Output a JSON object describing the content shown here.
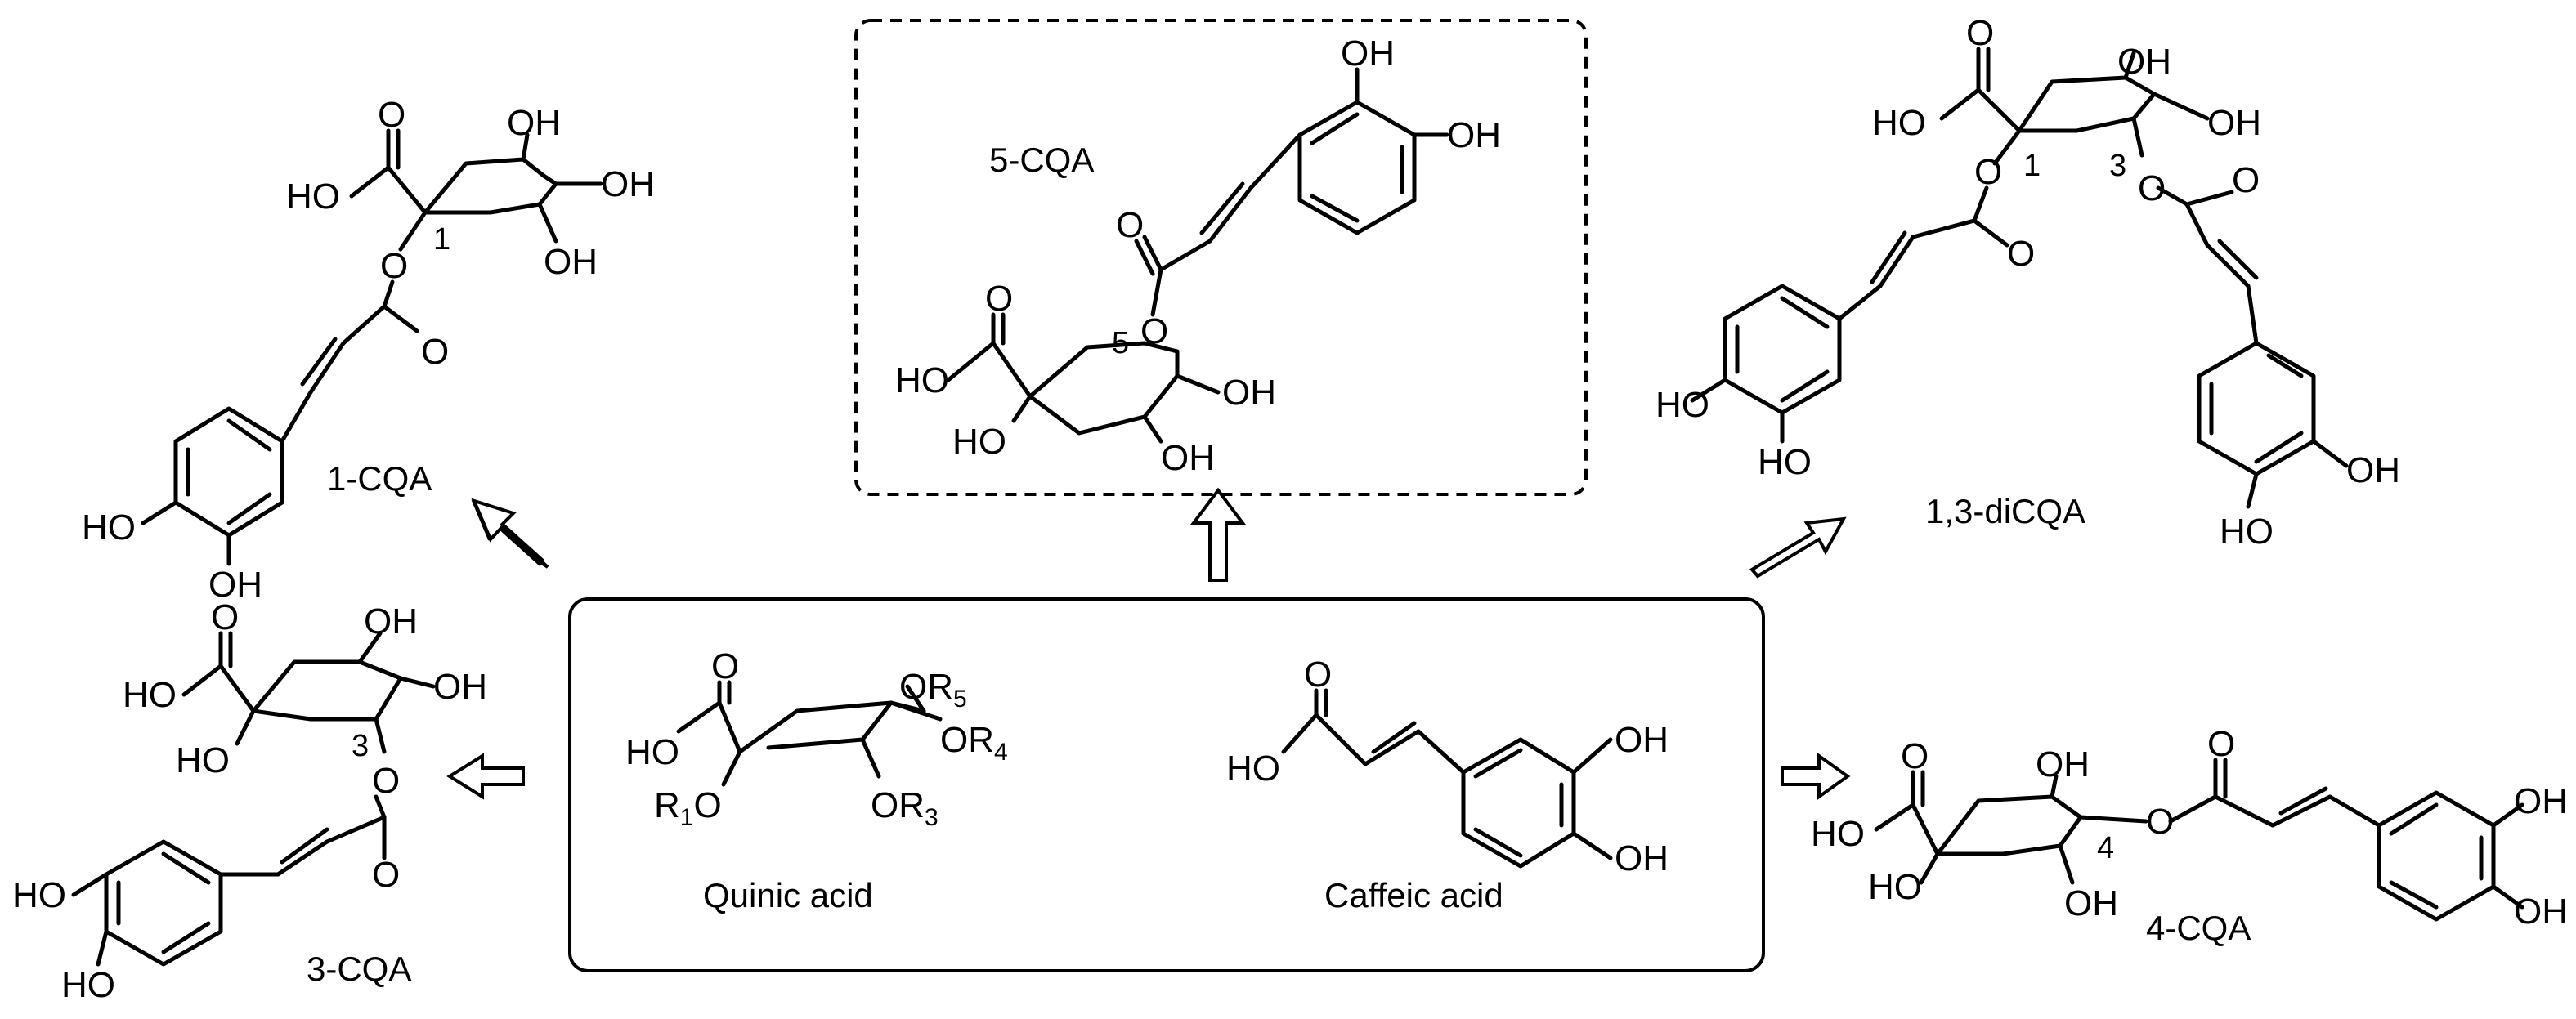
{
  "center": {
    "quinic_name": "Quinic acid",
    "caffeic_name": "Caffeic acid",
    "quinic_labels": {
      "HO": "HO",
      "R1": "R",
      "R1_sub": "1",
      "O1": "O",
      "OR3": "OR",
      "R3_sub": "3",
      "OR4": "OR",
      "R4_sub": "4",
      "OR5": "OR",
      "R5_sub": "5",
      "O_carbonyl": "O"
    },
    "caffeic_labels": {
      "HO": "HO",
      "O_carbonyl": "O",
      "OH_a": "OH",
      "OH_b": "OH"
    }
  },
  "products": {
    "cqa5": {
      "name": "5-CQA",
      "locant": "5",
      "HO_acid": "HO",
      "HO_c1": "HO",
      "OH_a": "OH",
      "OH_b": "OH",
      "OH_cat_a": "OH",
      "OH_cat_b": "OH",
      "O_ester": "O",
      "O_carbonyl": "O",
      "O_acid": "O"
    },
    "cqa1": {
      "name": "1-CQA",
      "locant": "1",
      "HO_acid": "HO",
      "OH_a": "OH",
      "OH_b": "OH",
      "HO_cat_a": "HO",
      "HO_cat_b": "OH",
      "O_ester": "O",
      "O_carbonyl": "O",
      "O_acid": "O"
    },
    "cqa3": {
      "name": "3-CQA",
      "locant": "3",
      "HO_acid": "HO",
      "HO_c1": "HO",
      "OH_a": "OH",
      "OH_b": "OH",
      "HO_cat_a": "HO",
      "HO_cat_b": "HO",
      "O_ester": "O",
      "O_carbonyl": "O",
      "O_acid": "O"
    },
    "dicqa13": {
      "name": "1,3-diCQA",
      "locant_a": "1",
      "locant_b": "3",
      "HO_acid": "HO",
      "OH_a": "OH",
      "OH_b": "OH",
      "HO_cat_a": "HO",
      "HO_cat_b": "HO",
      "OH_cat_c": "OH",
      "HO_cat_d": "HO",
      "O_ester_a": "O",
      "O_ester_b": "O",
      "O_carbonyl_a": "O",
      "O_carbonyl_b": "O",
      "O_acid": "O"
    },
    "cqa4": {
      "name": "4-CQA",
      "locant": "4",
      "HO_acid": "HO",
      "HO_c1": "HO",
      "OH_a": "OH",
      "OH_b": "OH",
      "OH_cat_a": "OH",
      "OH_cat_b": "OH",
      "O_ester": "O",
      "O_carbonyl": "O",
      "O_acid": "O"
    }
  }
}
